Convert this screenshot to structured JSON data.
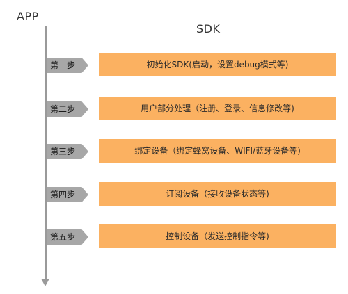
{
  "lanes": {
    "app": "APP",
    "sdk": "SDK"
  },
  "steps": [
    {
      "tag": "第一步",
      "text": "初始化SDK(启动，设置debug模式等)"
    },
    {
      "tag": "第二步",
      "text": "用户部分处理（注册、登录、信息修改等)"
    },
    {
      "tag": "第三步",
      "text": "绑定设备（绑定蜂窝设备、WIFI/蓝牙设备等)"
    },
    {
      "tag": "第四步",
      "text": "订阅设备（接收设备状态等)"
    },
    {
      "tag": "第五步",
      "text": "控制设备（发送控制指令等)"
    }
  ],
  "colors": {
    "step_box": "#fbb161",
    "step_tag": "#a7a7a7",
    "timeline": "#9a9a9a"
  }
}
